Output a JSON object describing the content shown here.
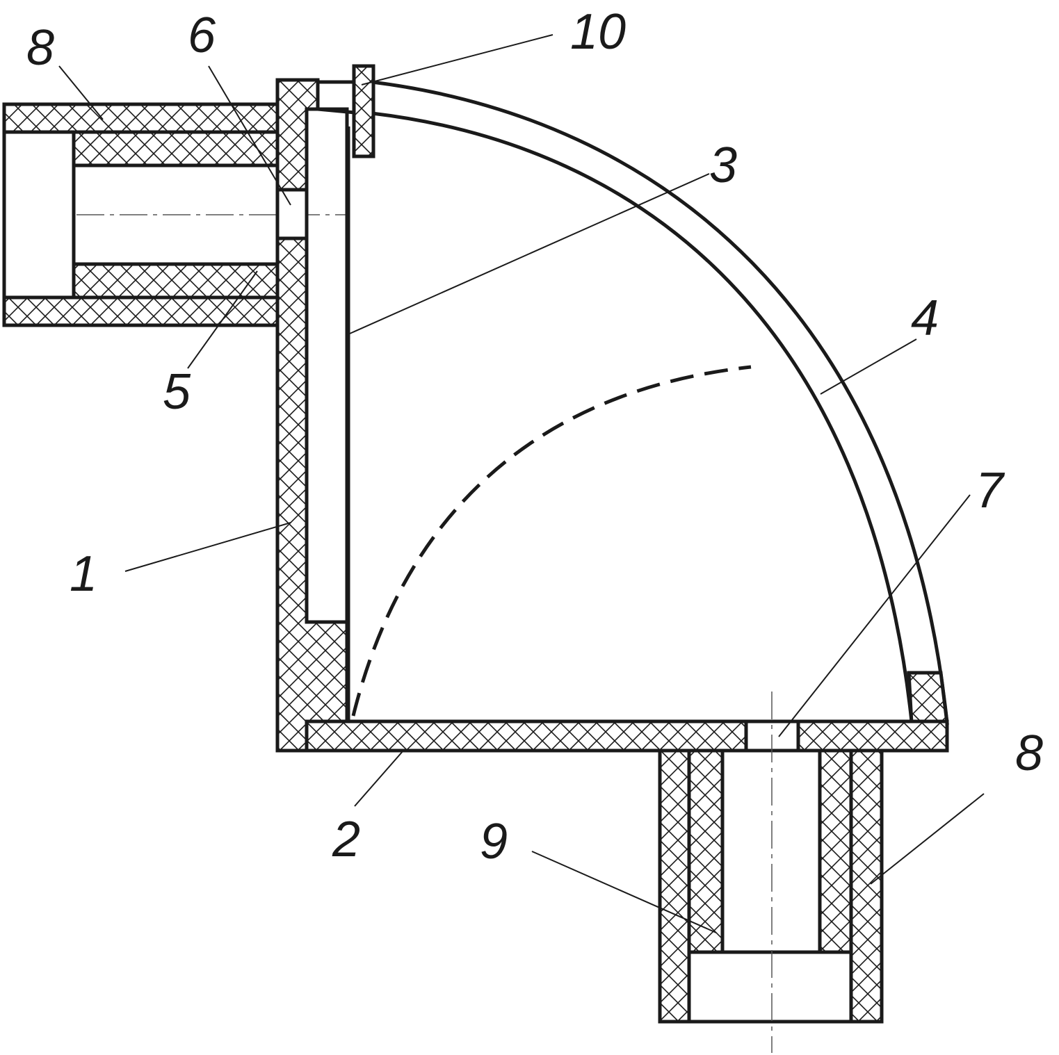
{
  "diagram": {
    "labels": {
      "l1": "1",
      "l2": "2",
      "l3": "3",
      "l4": "4",
      "l5": "5",
      "l6": "6",
      "l7": "7",
      "l8a": "8",
      "l8b": "8",
      "l9": "9",
      "l10": "10"
    },
    "colors": {
      "stroke": "#1a1a1a",
      "background": "#ffffff"
    }
  }
}
